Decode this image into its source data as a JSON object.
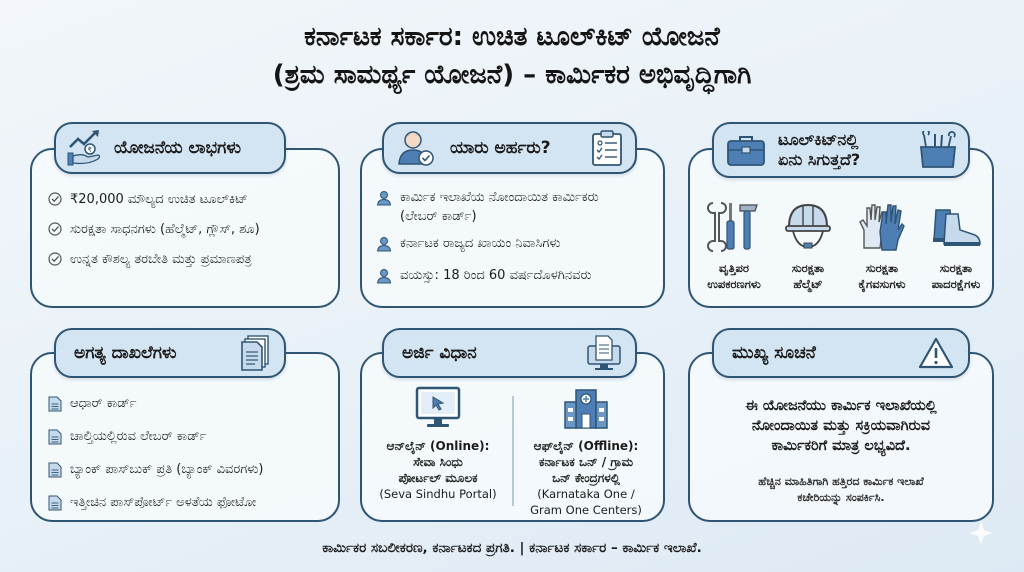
{
  "title": {
    "line1": "ಕರ್ನಾಟಕ ಸರ್ಕಾರ: ಉಚಿತ ಟೂಲ್‌ಕಿಟ್ ಯೋಜನೆ",
    "line2": "(ಶ್ರಮ ಸಾಮರ್ಥ್ಯ ಯೋಜನೆ) – ಕಾರ್ಮಿಕರ ಅಭಿವೃದ್ಧಿಗಾಗಿ"
  },
  "colors": {
    "border": "#2f5575",
    "tab_bg": "#d3e4f2",
    "icon_blue": "#4d7fb5",
    "icon_light": "#c7daec",
    "background": "#e9f1f8"
  },
  "benefits": {
    "title": "ಯೋಜನೆಯ ಲಾಭಗಳು",
    "icon": "hand-rupee-growth-icon",
    "items": [
      "₹20,000 ಮೌಲ್ಯದ ಉಚಿತ ಟೂಲ್‌ಕಿಟ್",
      "ಸುರಕ್ಷತಾ ಸಾಧನಗಳು (ಹೆಲ್ಮೆಟ್, ಗ್ಲೌಸ್, ಶೂ)",
      "ಉನ್ನತ ಕೌಶಲ್ಯ ತರಬೇತಿ ಮತ್ತು ಪ್ರಮಾಣಪತ್ರ"
    ],
    "bullet_icon": "check-circle-icon"
  },
  "eligibility": {
    "title": "ಯಾರು ಅರ್ಹರು?",
    "icons": [
      "user-check-icon",
      "clipboard-checklist-icon"
    ],
    "items": [
      "ಕಾರ್ಮಿಕ ಇಲಾಖೆಯ ನೋಂದಾಯಿತ ಕಾರ್ಮಿಕರು (ಲೇಬರ್ ಕಾರ್ಡ್)",
      "ಕರ್ನಾಟಕ ರಾಜ್ಯದ ಖಾಯಂ ನಿವಾಸಿಗಳು",
      "ವಯಸ್ಸು: 18 ರಿಂದ 60 ವರ್ಷದೊಳಗಿನವರು"
    ],
    "bullet_icon": "person-icon"
  },
  "toolkit": {
    "title_line1": "ಟೂಲ್‌ಕಿಟ್‌ನಲ್ಲಿ",
    "title_line2": "ಏನು ಸಿಗುತ್ತದೆ?",
    "icons": [
      "toolbox-icon",
      "tool-bucket-icon"
    ],
    "items": [
      {
        "line1": "ವೃತ್ತಿಪರ",
        "line2": "ಉಪಕರಣಗಳು",
        "icon": "tools-icon"
      },
      {
        "line1": "ಸುರಕ್ಷತಾ",
        "line2": "ಹೆಲ್ಮೆಟ್",
        "icon": "helmet-icon"
      },
      {
        "line1": "ಸುರಕ್ಷತಾ",
        "line2": "ಕೈಗವಸುಗಳು",
        "icon": "gloves-icon"
      },
      {
        "line1": "ಸುರಕ್ಷತಾ",
        "line2": "ಪಾದರಕ್ಷೆಗಳು",
        "icon": "boots-icon"
      }
    ]
  },
  "documents": {
    "title": "ಅಗತ್ಯ ದಾಖಲೆಗಳು",
    "icon": "documents-stack-icon",
    "items": [
      "ಆಧಾರ್ ಕಾರ್ಡ್",
      "ಚಾಲ್ತಿಯಲ್ಲಿರುವ ಲೇಬರ್ ಕಾರ್ಡ್",
      "ಬ್ಯಾಂಕ್ ಪಾಸ್‌ಬುಕ್ ಪ್ರತಿ (ಬ್ಯಾಂಕ್ ವಿವರಗಳು)",
      "ಇತ್ತೀಚಿನ ಪಾಸ್‌ಪೋರ್ಟ್ ಅಳತೆಯ ಫೋಟೋ"
    ],
    "bullet_icon": "document-icon"
  },
  "application": {
    "title": "ಅರ್ಜಿ ವಿಧಾನ",
    "icon": "monitor-form-icon",
    "online": {
      "line1": "ಆನ್‌ಲೈನ್ (Online):",
      "line2": "ಸೇವಾ ಸಿಂಧು",
      "line3": "ಪೋರ್ಟಲ್ ಮೂಲಕ",
      "line4": "(Seva Sindhu Portal)",
      "icon": "computer-cursor-icon"
    },
    "offline": {
      "line1": "ಆಫ್‌ಲೈನ್ (Offline):",
      "line2": "ಕರ್ನಾಟಕ ಒನ್ / ಗ್ರಾಮ",
      "line3": "ಒನ್ ಕೇಂದ್ರಗಳಲ್ಲಿ",
      "line4": "(Karnataka One /",
      "line5": "Gram One Centers)",
      "icon": "building-icon"
    }
  },
  "notice": {
    "title": "ಮುಖ್ಯ ಸೂಚನೆ",
    "icon": "warning-triangle-icon",
    "main_line1": "ಈ ಯೋಜನೆಯು ಕಾರ್ಮಿಕ ಇಲಾಖೆಯಲ್ಲಿ",
    "main_line2": "ನೋಂದಾಯಿತ ಮತ್ತು ಸಕ್ರಿಯವಾಗಿರುವ",
    "main_line3": "ಕಾರ್ಮಿಕರಿಗೆ ಮಾತ್ರ ಲಭ್ಯವಿದೆ.",
    "sub_line1": "ಹೆಚ್ಚಿನ ಮಾಹಿತಿಗಾಗಿ ಹತ್ತಿರದ ಕಾರ್ಮಿಕ ಇಲಾಖೆ",
    "sub_line2": "ಕಚೇರಿಯನ್ನು ಸಂಪರ್ಕಿಸಿ."
  },
  "footer": {
    "text": "ಕಾರ್ಮಿಕರ ಸಬಲೀಕರಣ, ಕರ್ನಾಟಕದ ಪ್ರಗತಿ. | ಕರ್ನಾಟಕ ಸರ್ಕಾರ – ಕಾರ್ಮಿಕ ಇಲಾಖೆ."
  }
}
